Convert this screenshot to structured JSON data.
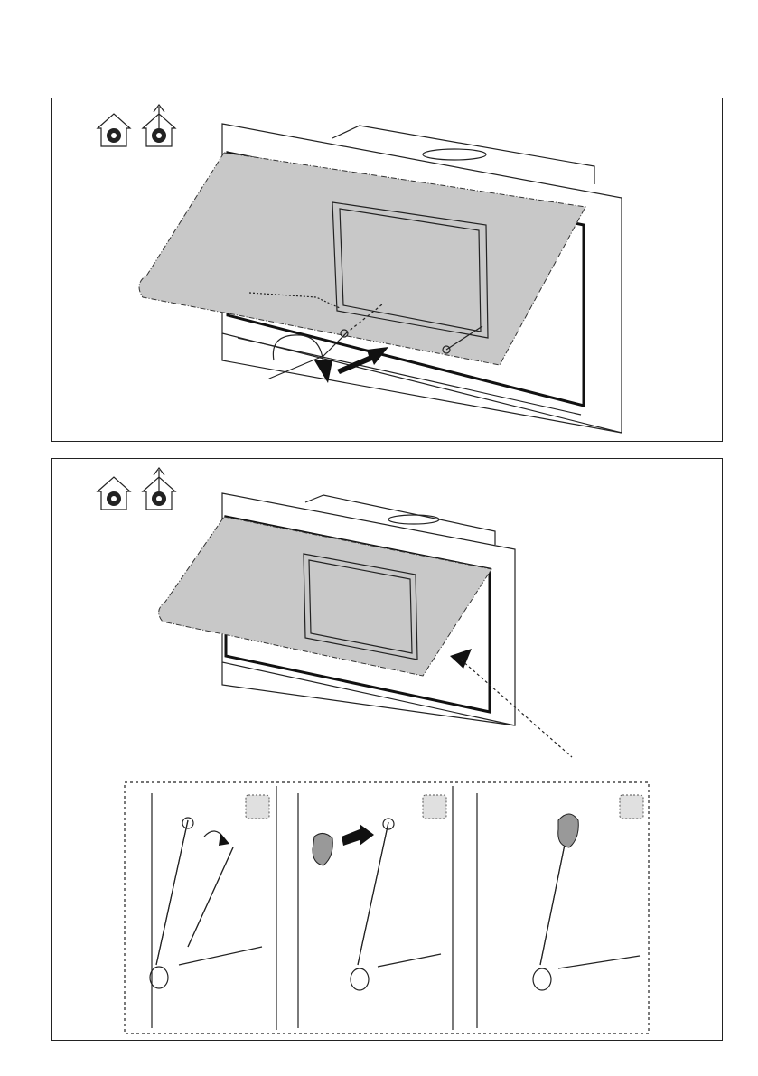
{
  "icons": {
    "recirculation": "house-recirculation-icon",
    "extraction": "house-extraction-icon"
  },
  "steps": [
    {
      "id": "step-a",
      "label": ""
    },
    {
      "id": "step-b",
      "label": ""
    },
    {
      "id": "step-c",
      "label": ""
    }
  ],
  "colors": {
    "panel_fill": "#c8c8c8",
    "line": "#222222"
  }
}
